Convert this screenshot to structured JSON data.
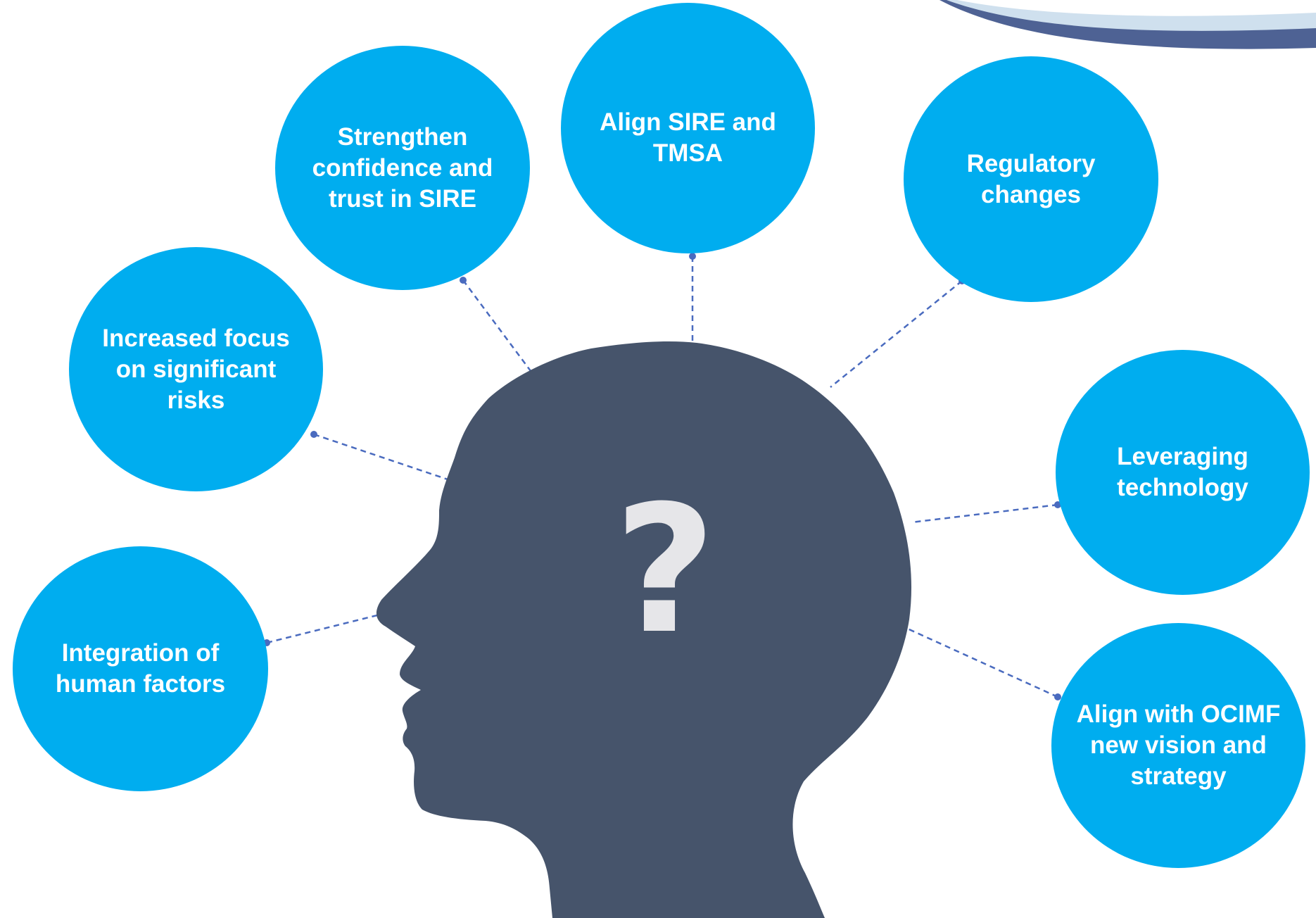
{
  "colors": {
    "bubble": "#00adef",
    "head": "#46546b",
    "connector": "#4a6bbf",
    "question_mark": "#e6e6e9",
    "corner_swoosh_dark": "#4e6294",
    "corner_swoosh_light": "#cfe0ee"
  },
  "center": {
    "symbol": "?",
    "icon": "head-silhouette-icon"
  },
  "bubbles": [
    {
      "id": "strengthen-confidence",
      "label": "Strengthen confidence and trust in SIRE"
    },
    {
      "id": "align-sire-tmsa",
      "label": "Align SIRE and TMSA"
    },
    {
      "id": "regulatory-changes",
      "label": "Regulatory changes"
    },
    {
      "id": "increased-focus",
      "label": "Increased focus on significant risks"
    },
    {
      "id": "leveraging-technology",
      "label": "Leveraging technology"
    },
    {
      "id": "integration-human-factors",
      "label": "Integration of human factors"
    },
    {
      "id": "align-ocimf-vision",
      "label": "Align with OCIMF new vision and strategy"
    }
  ]
}
